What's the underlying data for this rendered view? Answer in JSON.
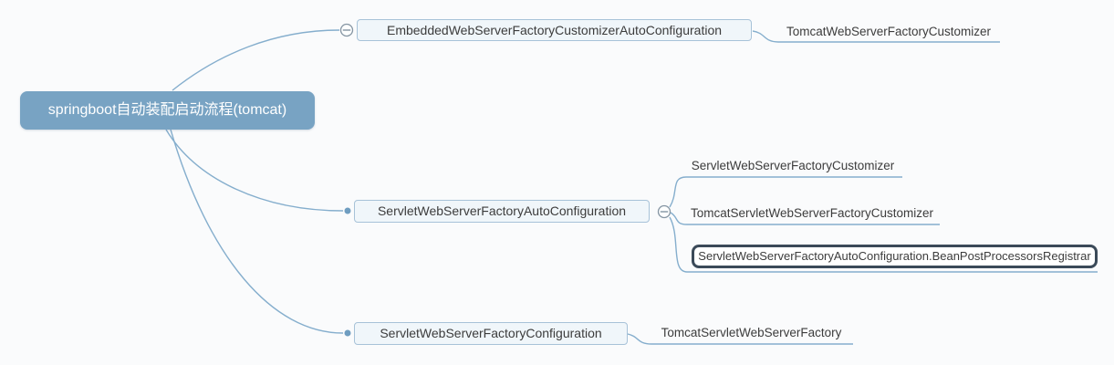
{
  "app": {
    "kind": "mindmap-editor",
    "background_color": "#fafbfc"
  },
  "colors": {
    "root_fill": "#78a3c3",
    "root_text": "#ffffff",
    "node_fill": "#f0f6fa",
    "node_border": "#a7c2d8",
    "node_text": "#3c3c3c",
    "selected_border": "#3b4a59",
    "connector_line": "#85aecd",
    "connector_dot": "#6f9dc0",
    "expander_stroke": "#8494a2"
  },
  "root": {
    "label": "springboot自动装配启动流程(tomcat)"
  },
  "branches": [
    {
      "node": {
        "label": "EmbeddedWebServerFactoryCustomizerAutoConfiguration",
        "style": "boxed",
        "selected": false
      },
      "expander": {
        "icon": "minus-circle-icon",
        "state": "expanded",
        "side": "left-of-node"
      },
      "children": [
        {
          "label": "TomcatWebServerFactoryCustomizer",
          "style": "underline",
          "selected": false
        }
      ]
    },
    {
      "node": {
        "label": "ServletWebServerFactoryAutoConfiguration",
        "style": "boxed",
        "selected": false
      },
      "expander": {
        "icon": "minus-circle-icon",
        "state": "expanded",
        "side": "right-of-node"
      },
      "children": [
        {
          "label": "ServletWebServerFactoryCustomizer",
          "style": "underline",
          "selected": false
        },
        {
          "label": "TomcatServletWebServerFactoryCustomizer",
          "style": "underline",
          "selected": false
        },
        {
          "label": "ServletWebServerFactoryAutoConfiguration.BeanPostProcessorsRegistrar",
          "style": "boxed",
          "selected": true
        }
      ]
    },
    {
      "node": {
        "label": "ServletWebServerFactoryConfiguration",
        "style": "boxed",
        "selected": false
      },
      "children": [
        {
          "label": "TomcatServletWebServerFactory",
          "style": "underline",
          "selected": false
        }
      ]
    }
  ]
}
